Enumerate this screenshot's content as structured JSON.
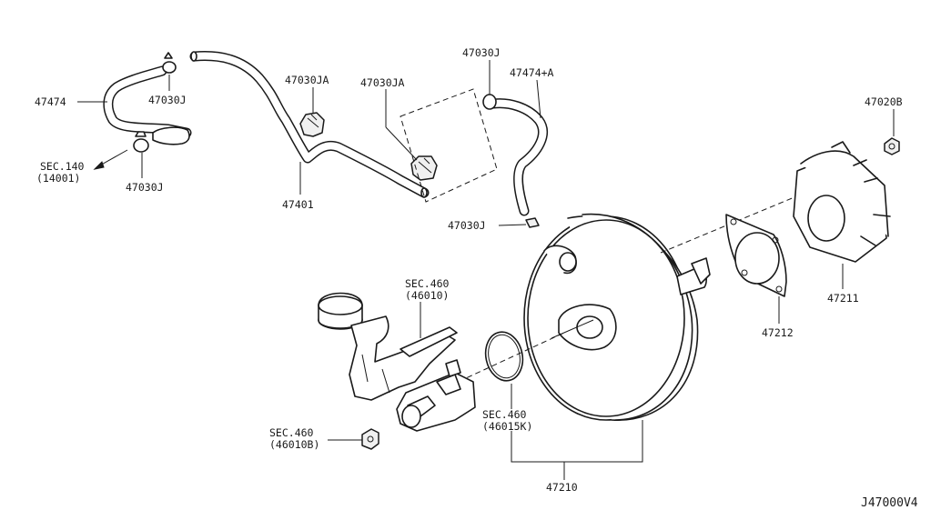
{
  "diagram_code": "J47000V4",
  "labels": {
    "p47474": "47474",
    "p47030J_top_left": "47030J",
    "sec140": "SEC.140",
    "sec140_ref": "(14001)",
    "p47030J_bottom_left": "47030J",
    "p47030JA_left": "47030JA",
    "p47030JA_right": "47030JA",
    "p47401": "47401",
    "p47030J_top": "47030J",
    "p47474A": "47474+A",
    "p47030J_mid": "47030J",
    "p47020B": "47020B",
    "p47211": "47211",
    "p47212": "47212",
    "sec460_a": "SEC.460",
    "sec460_a_ref": "(46010)",
    "sec460_b": "SEC.460",
    "sec460_b_ref": "(46015K)",
    "sec460_c": "SEC.460",
    "sec460_c_ref": "(46010B)",
    "p47210": "47210"
  }
}
